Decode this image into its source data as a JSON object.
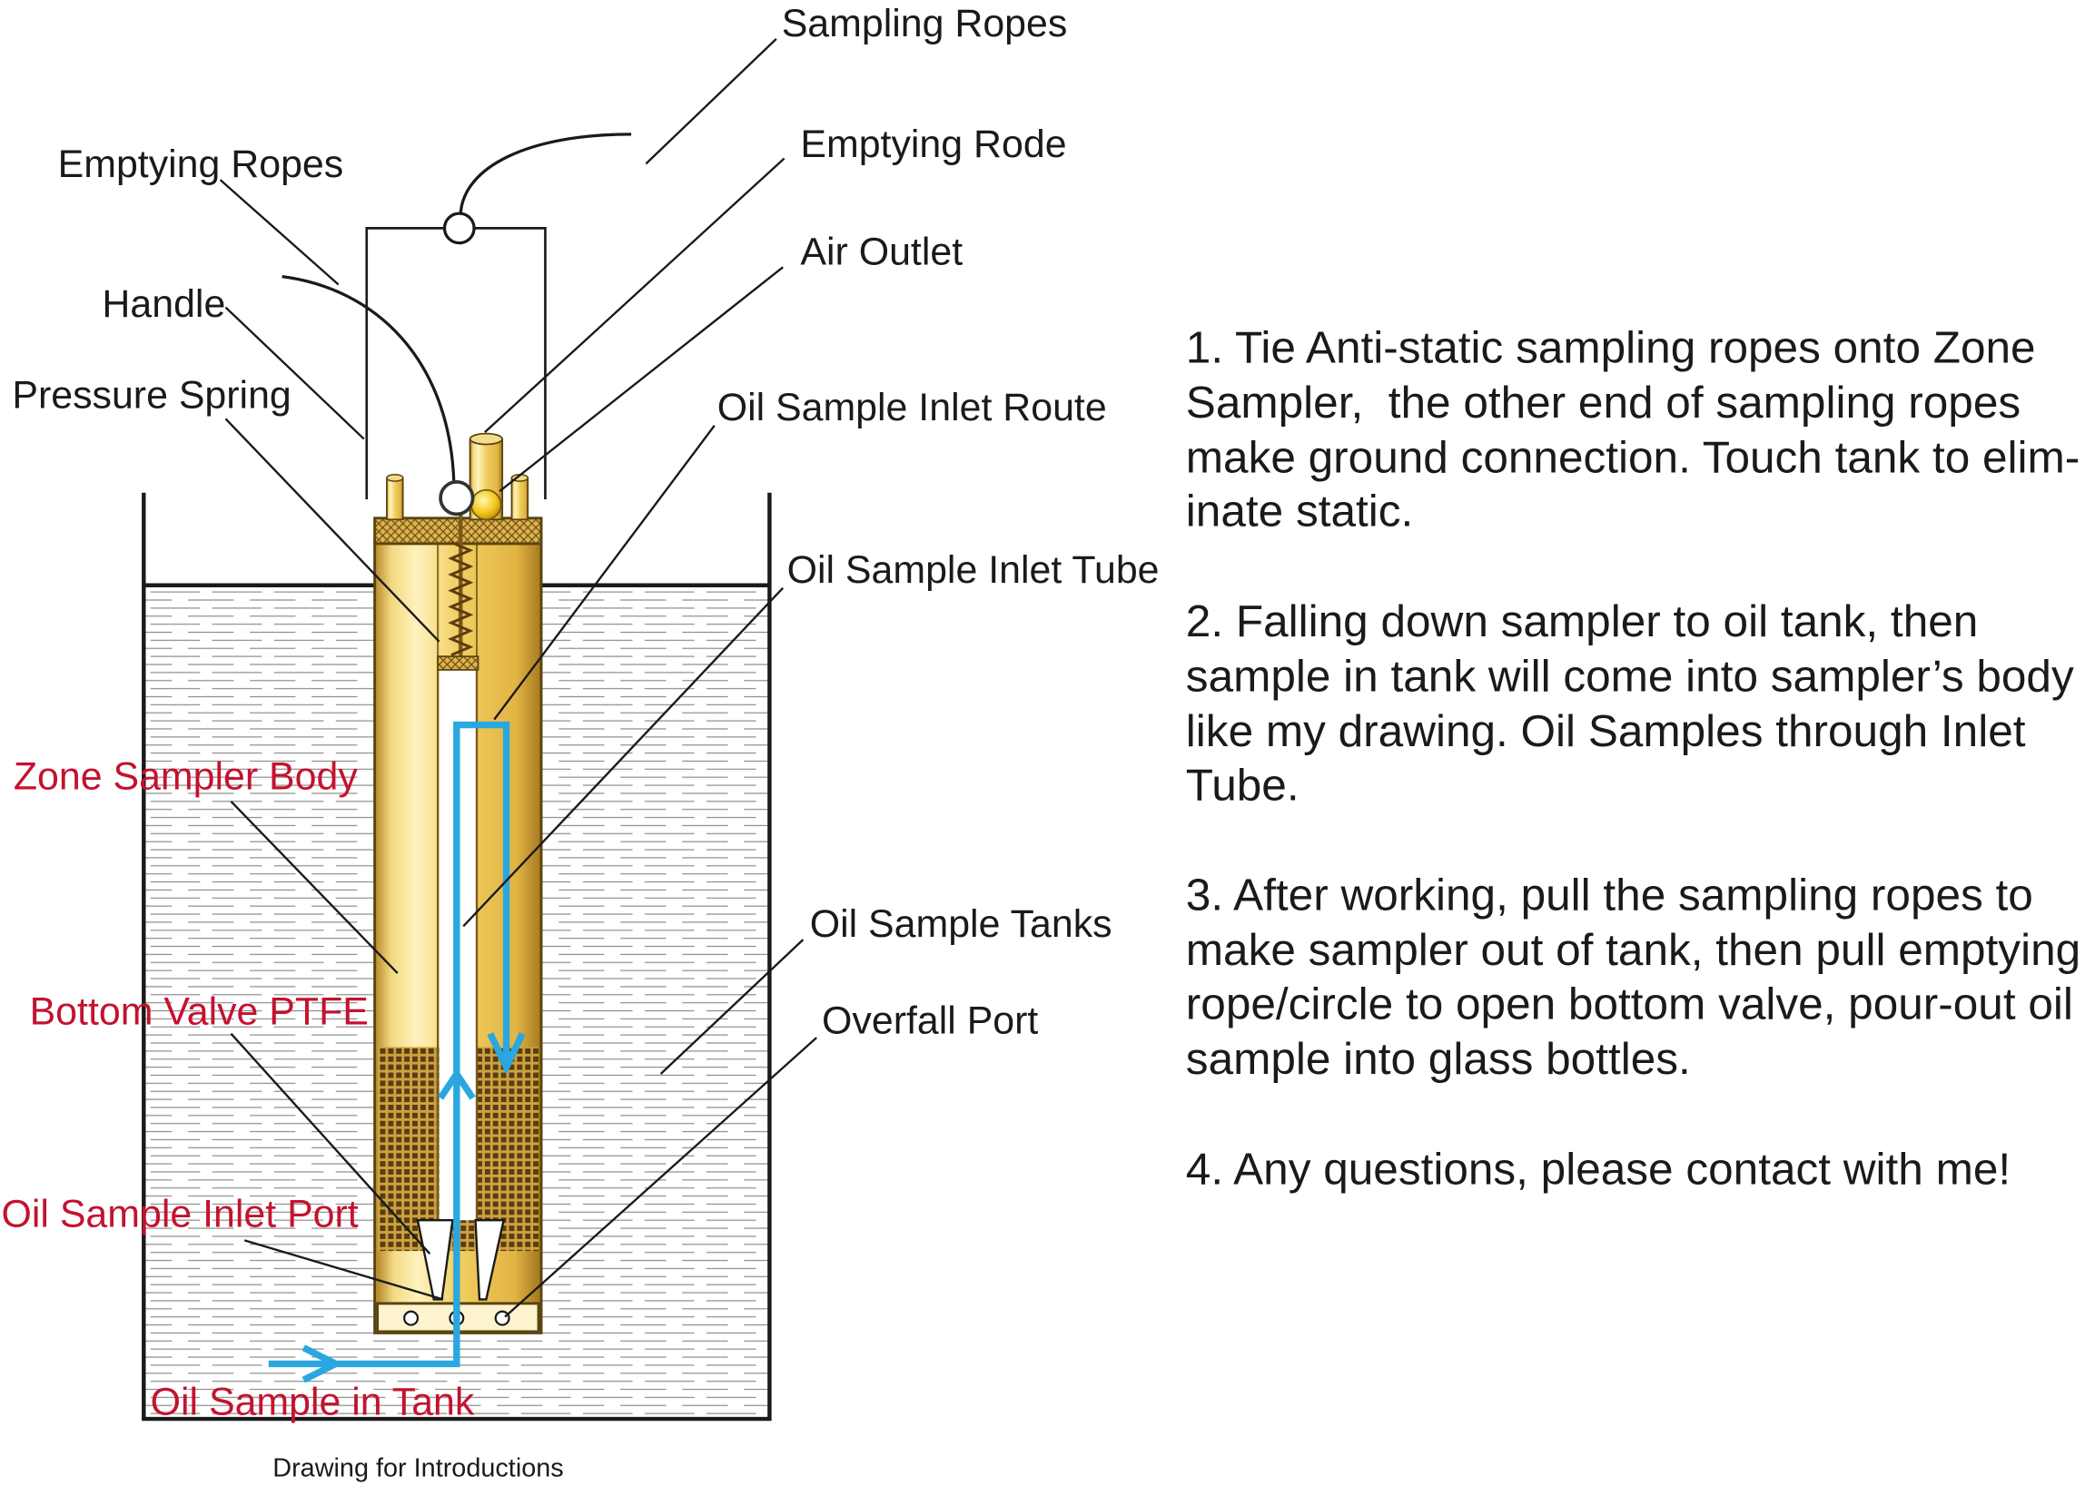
{
  "labels": {
    "sampling_ropes": "Sampling Ropes",
    "emptying_rode": "Emptying Rode",
    "emptying_ropes": "Emptying Ropes",
    "air_outlet": "Air Outlet",
    "handle": "Handle",
    "pressure_spring": "Pressure Spring",
    "oil_sample_inlet_route": "Oil Sample Inlet Route",
    "oil_sample_inlet_tube": "Oil Sample Inlet Tube",
    "oil_sample_tanks": "Oil Sample Tanks",
    "overfall_port": "Overfall Port",
    "zone_sampler_body": "Zone Sampler Body",
    "bottom_valve_ptfe": "Bottom Valve PTFE",
    "oil_sample_inlet_port": "Oil Sample Inlet Port",
    "oil_sample_in_tank": "Oil Sample in Tank"
  },
  "caption": "Drawing for Introductions",
  "instructions": [
    {
      "lines": [
        "1. Tie Anti-static sampling ropes onto Zone",
        "Sampler,  the other end of sampling ropes",
        "make ground connection. Touch tank to elim-",
        "inate static."
      ]
    },
    {
      "lines": [
        "2. Falling down sampler to oil tank, then",
        "sample in tank will come into sampler’s body",
        "like my drawing. Oil Samples through Inlet",
        "Tube."
      ]
    },
    {
      "lines": [
        "3. After working, pull the sampling ropes to",
        "make sampler out of tank, then pull emptying",
        "rope/circle to open bottom valve, pour-out oil",
        "sample into glass bottles."
      ]
    },
    {
      "lines": [
        "4. Any questions, please contact with me!"
      ]
    }
  ],
  "colors": {
    "label": "#1a1a1a",
    "red_label": "#c4122f",
    "flow_arrow": "#2aa7e1",
    "text": "#1a1a1a"
  }
}
